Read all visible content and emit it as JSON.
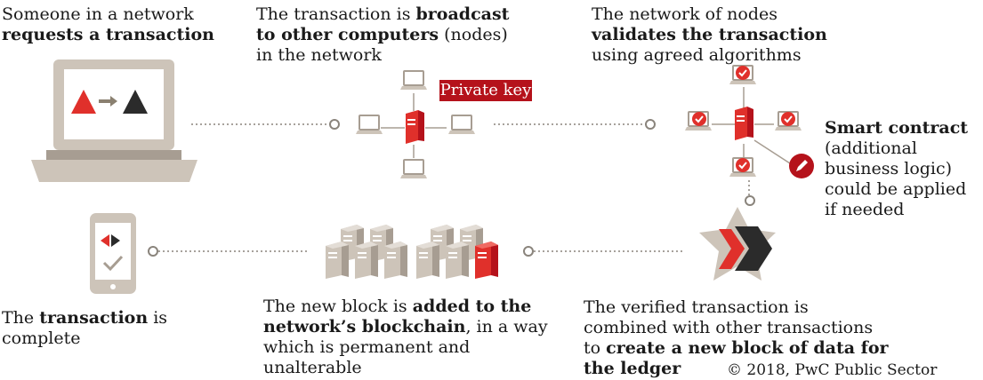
{
  "steps": {
    "request": {
      "pre": "Someone in a network ",
      "bold": "requests a transaction",
      "post": ""
    },
    "broadcast": {
      "pre": "The transaction is ",
      "bold": "broadcast to other computers",
      "post": " (nodes) in the network"
    },
    "validate": {
      "pre": "The network of nodes ",
      "bold": "validates the transaction",
      "post": " using agreed algorithms"
    },
    "smart_contract": {
      "bold": "Smart contract",
      "post": "(additional business logic) could be applied if needed"
    },
    "new_block": {
      "pre": "The verified transaction is combined with other transactions to ",
      "bold": "create a new block of data for the ledger",
      "post": ""
    },
    "added": {
      "pre": "The new block is ",
      "bold": "added to the network’s blockchain",
      "post": ", in a way which is permanent and unalterable"
    },
    "complete": {
      "pre": "The ",
      "bold": "transaction",
      "post": " is complete"
    }
  },
  "private_key_label": "Private key",
  "copyright": "© 2018, PwC Public Sector",
  "colors": {
    "accent_red": "#e0302b",
    "dark_red": "#b5121b",
    "beige": "#cdc4b9",
    "dark_beige": "#a79d92",
    "dark_grey": "#2b2b2b",
    "dotted": "#8a847c"
  },
  "icons": [
    "laptop-icon",
    "computer-node-icon",
    "server-icon",
    "checkmark-icon",
    "pencil-icon",
    "block-logo-icon",
    "smartphone-icon"
  ]
}
